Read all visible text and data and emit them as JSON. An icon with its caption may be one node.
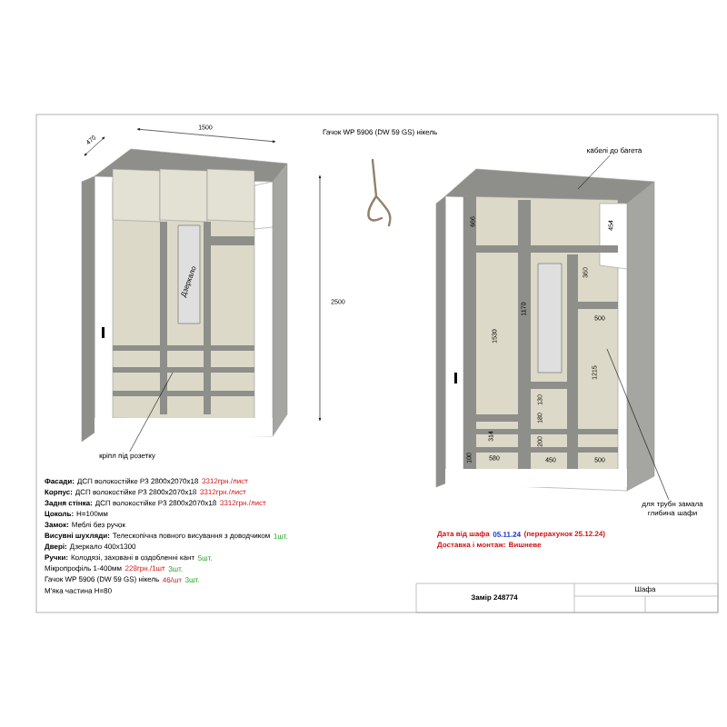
{
  "diagram": {
    "nodes": [
      {
        "text": [
          "кріпл під розетку"
        ]
      },
      {
        "text": [
          "кабелі до багета"
        ]
      },
      {
        "text": [
          "для трубн замала глибина шафи"
        ]
      }
    ],
    "edges": [
      {
        "from": 0,
        "to": null,
        "arrow": "none"
      },
      {
        "from": 1,
        "to": null,
        "arrow": "none"
      },
      {
        "from": 2,
        "to": null,
        "arrow": "none"
      }
    ],
    "labels": [
      "470",
      "1500",
      "2500",
      "Дзеркало",
      "666",
      "454",
      "1530",
      "1170",
      "360",
      "500",
      "1215",
      "130",
      "180",
      "314",
      "200",
      "580",
      "450",
      "500",
      "100",
      "Гачок WP 5906 (DW 59 GS) нікель",
      "**Фасади:** ДСП волокостійке Р3 2800х2070х18",
      "3312грн./лист",
      "**Корпус:** ДСП волокостійке Р3 2800х2070х18",
      "3312грн./лист",
      "**Задня стінка:** ДСП волокостійке Р3 2800х2070х18",
      "3312грн./лист",
      "**Цоколь:** Н=100мм",
      "**Замок:** Меблі без ручок",
      "**Висувні шухляди:** Телескопічна повного висування з доводчиком",
      "1шт.",
      "**Двері:** Дзеркало 400х1300",
      "**Ручки:** Колодязі, заховані в оздобленні кант",
      "5шт.",
      "Мікропрофіль 1-400мм",
      "228грн./1шт",
      "3шт.",
      "Гачок WP 5906 (DW 59 GS) нікель",
      "46/шт",
      "3шт.",
      "М'яка частина Н=80",
      "Дата від шафа",
      "05.11.24",
      "(перерахунок 25.12.24)",
      "Доставка і монтаж: Вишневе",
      "Замір 248774",
      "Шафа"
    ]
  }
}
